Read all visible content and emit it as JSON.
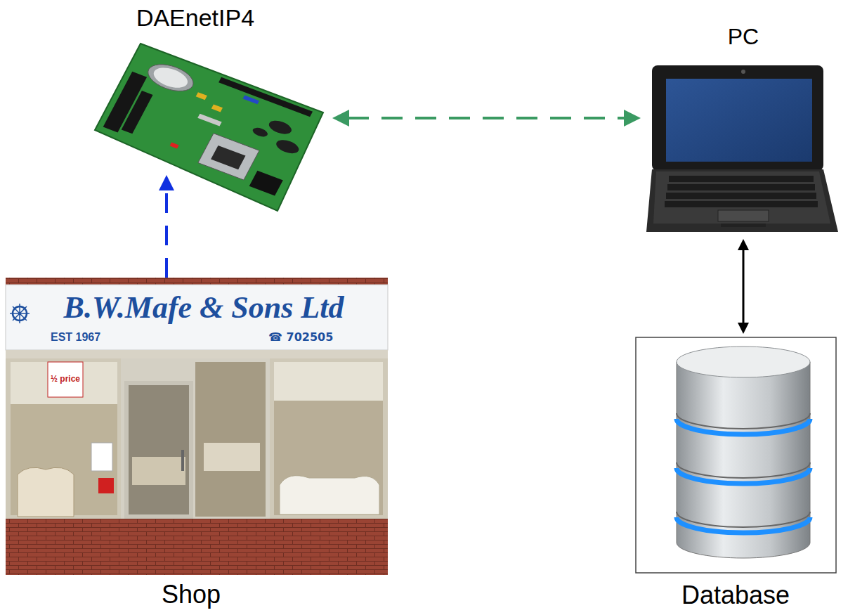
{
  "diagram": {
    "nodes": [
      {
        "text": [
          "DAEnetIP4"
        ]
      },
      {
        "text": [
          "PC"
        ]
      },
      {
        "text": [
          "Shop"
        ]
      },
      {
        "text": [
          "Database"
        ]
      }
    ],
    "edges": [
      {
        "from": 0,
        "to": 1,
        "arrow": "both"
      },
      {
        "from": 2,
        "to": 0,
        "arrow": "to"
      },
      {
        "from": 1,
        "to": 3,
        "arrow": "both"
      }
    ],
    "labels": [
      "B.W.Mafe & Sons Ltd",
      "EST 1967",
      "☎ 702505",
      "½ price"
    ]
  }
}
